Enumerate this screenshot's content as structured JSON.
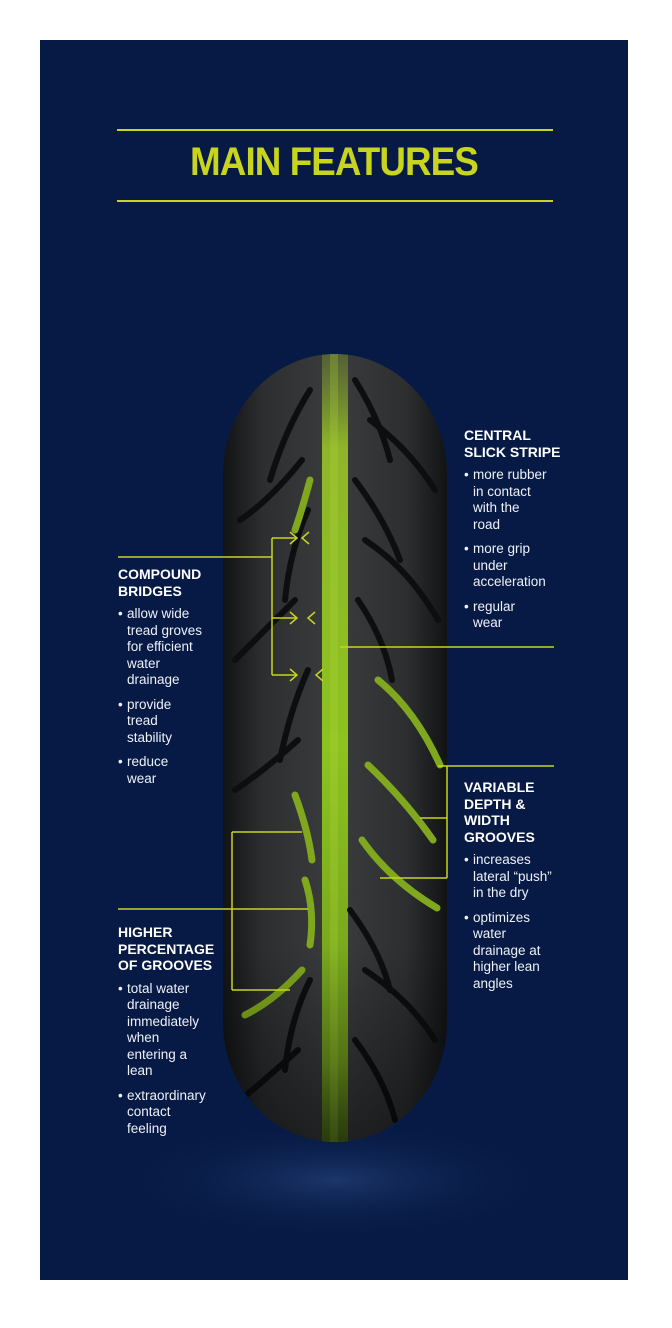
{
  "title": "MAIN FEATURES",
  "colors": {
    "background": "#071a45",
    "accent": "#c8d41e",
    "text": "#ffffff",
    "tire": "#2a2c2e"
  },
  "features": {
    "central": {
      "title": "CENTRAL\nSLICK STRIPE",
      "bullets": [
        "more rubber\nin contact\nwith the\nroad",
        "more grip\nunder\nacceleration",
        "regular\nwear"
      ]
    },
    "compound": {
      "title": "COMPOUND\nBRIDGES",
      "bullets": [
        "allow wide\ntread groves\nfor efficient\nwater\ndrainage",
        "provide\ntread\nstability",
        "reduce\nwear"
      ]
    },
    "variable": {
      "title": "VARIABLE\nDEPTH &\nWIDTH\nGROOVES",
      "bullets": [
        "increases\nlateral “push”\nin the dry",
        "optimizes\nwater\ndrainage at\nhigher lean\nangles"
      ]
    },
    "higher": {
      "title": "HIGHER\nPERCENTAGE\nOF GROOVES",
      "bullets": [
        "total water\ndrainage\nimmediately\nwhen\nentering a\nlean",
        "extraordinary\ncontact\nfeeling"
      ]
    }
  }
}
